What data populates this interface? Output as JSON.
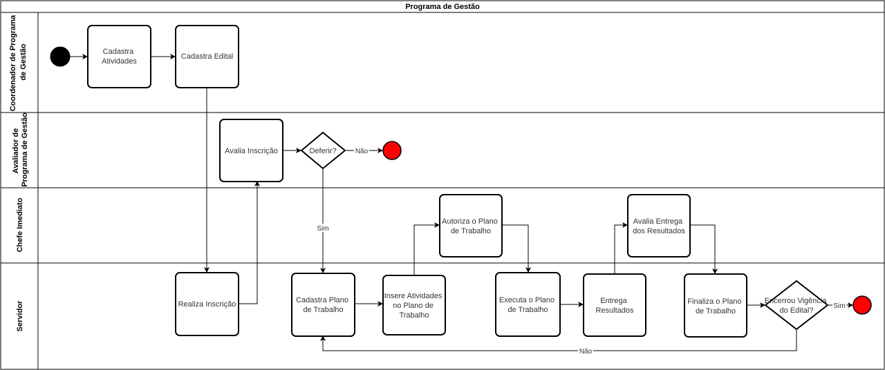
{
  "pool": {
    "title": "Programa de Gestão",
    "lanes": [
      {
        "id": "coord",
        "label_lines": [
          "Coordenador de Programa",
          "de Gestão"
        ]
      },
      {
        "id": "aval",
        "label_lines": [
          "Avaliador de",
          "Programa de Gestão"
        ]
      },
      {
        "id": "chefe",
        "label_lines": [
          "Chefe Imediato"
        ]
      },
      {
        "id": "serv",
        "label_lines": [
          "Servidor"
        ]
      }
    ]
  },
  "tasks": {
    "cadastra_atividades": [
      "Cadastra",
      "Atividades"
    ],
    "cadastra_edital": [
      "Cadastra Edital"
    ],
    "avalia_inscricao": [
      "Avalia Inscrição"
    ],
    "realiza_inscricao": [
      "Realiza Inscrição"
    ],
    "cadastra_plano": [
      "Cadastra Plano",
      "de Trabalho"
    ],
    "insere_atividades": [
      "Insere Atividades",
      "no Plano de",
      "Trabalho"
    ],
    "autoriza_plano": [
      "Autoriza o Plano",
      "de Trabalho"
    ],
    "executa_plano": [
      "Executa o Plano",
      "de Trabalho"
    ],
    "entrega_resultados": [
      "Entrega",
      "Resultados"
    ],
    "avalia_entrega": [
      "Avalia Entrega",
      "dos Resultados"
    ],
    "finaliza_plano": [
      "Finaliza o Plano",
      "de Trabalho"
    ]
  },
  "gateways": {
    "deferir": [
      "Deferir?"
    ],
    "encerrou": [
      "Encerrou Vigência",
      "do Edital?"
    ]
  },
  "edge_labels": {
    "nao_deferir": "Não",
    "sim_deferir": "Sim",
    "sim_encerrou": "Sim",
    "nao_encerrou": "Não"
  },
  "colors": {
    "start_event": "#000000",
    "end_event": "#ff0000",
    "stroke": "#000000"
  }
}
